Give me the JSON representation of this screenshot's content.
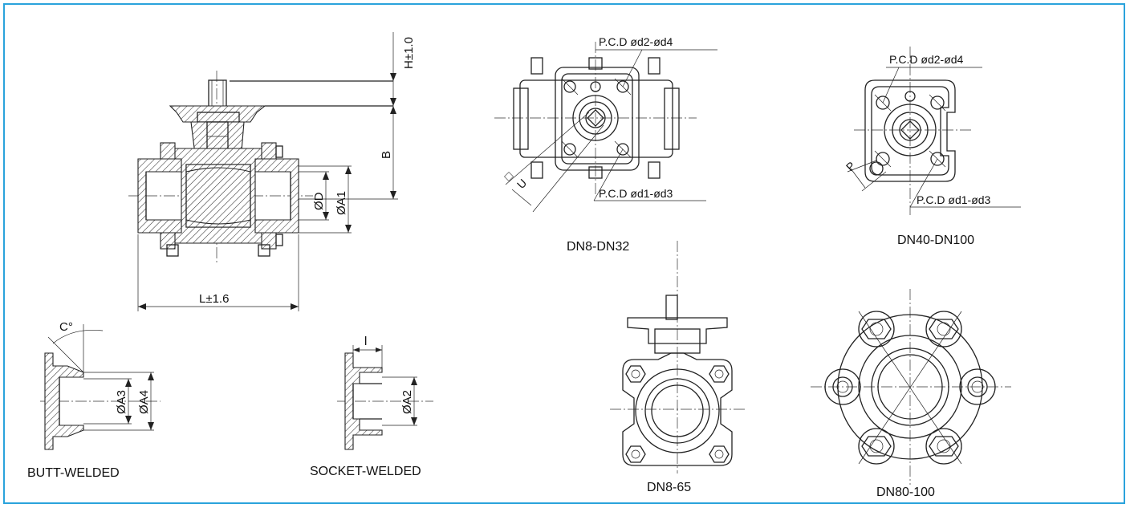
{
  "main_view": {
    "dim_h": "H±1.0",
    "dim_b": "B",
    "dim_od": "ØD",
    "dim_oa1": "ØA1",
    "dim_l": "L±1.6"
  },
  "top_small": {
    "pcd_top": "P.C.D  ød2-ød4",
    "pcd_bottom": "P.C.D  ød1-ød3",
    "square": "□",
    "u": "U",
    "caption": "DN8-DN32"
  },
  "top_large": {
    "pcd_top": "P.C.D  ød2-ød4",
    "pcd_bottom": "P.C.D  ød1-ød3",
    "p": "P",
    "caption": "DN40-DN100"
  },
  "butt": {
    "angle": "C°",
    "oa3": "ØA3",
    "oa4": "ØA4",
    "caption": "BUTT-WELDED"
  },
  "socket": {
    "l": "l",
    "oa2": "ØA2",
    "caption": "SOCKET-WELDED"
  },
  "front_small": {
    "caption": "DN8-65"
  },
  "front_large": {
    "caption": "DN80-100"
  }
}
